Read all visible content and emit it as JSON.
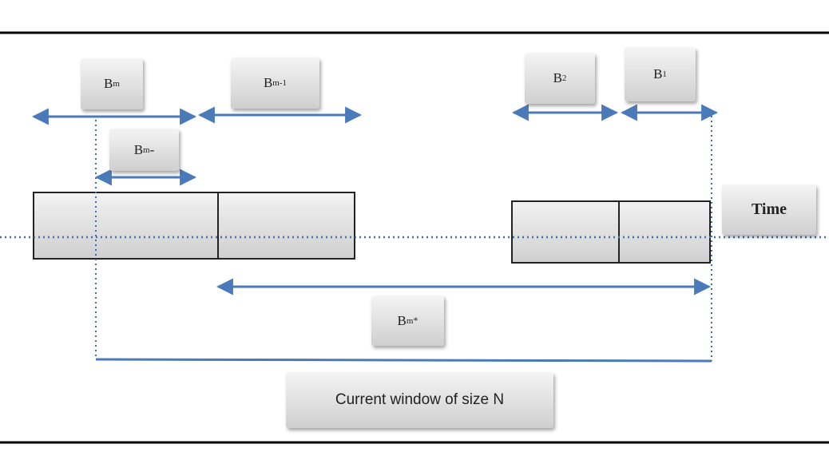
{
  "diagram": {
    "labels": {
      "b_m": {
        "main": "B",
        "sub": "m",
        "sup": ""
      },
      "b_m1": {
        "main": "B",
        "sub": "m-1",
        "sup": ""
      },
      "b_m_minus": {
        "main": "B",
        "sub": "m",
        "suffix": "-"
      },
      "b_2": {
        "main": "B",
        "sub": "2",
        "sup": ""
      },
      "b_1": {
        "main": "B",
        "sub": "1",
        "sup": ""
      },
      "b_m_star": {
        "main": "B",
        "sub": "m",
        "sup": "*"
      },
      "time": "Time",
      "window": "Current window of size N"
    },
    "colors": {
      "frame": "#000000",
      "arrow": "#4a7ab8",
      "dotted": "#3a6fb0",
      "bucket_border": "#222222",
      "bucket_fill": "#dcdcdc"
    }
  }
}
